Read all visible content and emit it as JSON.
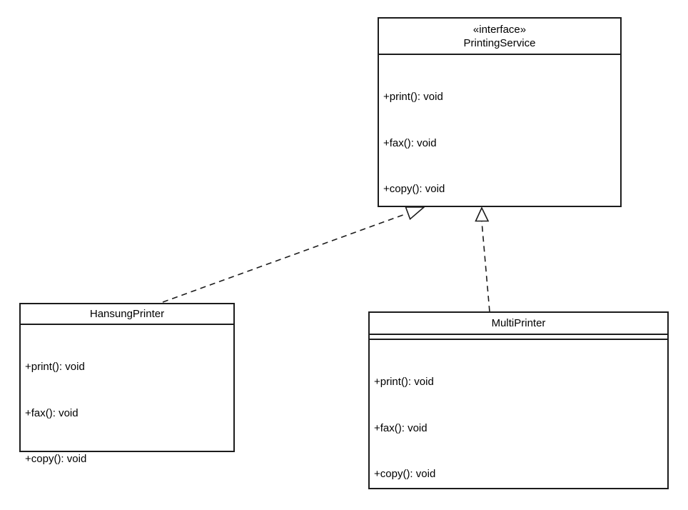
{
  "diagram": {
    "kind": "uml-class-diagram",
    "colors": {
      "background": "#ffffff",
      "line": "#1c1c1c",
      "box_fill": "#ffffff",
      "text": "#000000"
    },
    "interface": {
      "stereotype": "«interface»",
      "name": "PrintingService",
      "methods": [
        "+print(): void",
        "+fax(): void",
        "+copy(): void"
      ]
    },
    "classes": [
      {
        "name": "HansungPrinter",
        "methods": [
          "+print(): void",
          "+fax(): void",
          "+copy(): void"
        ]
      },
      {
        "name": "MultiPrinter",
        "methods": [
          "+print(): void",
          "+fax(): void",
          "+copy(): void"
        ]
      }
    ],
    "relationships": [
      {
        "type": "realization",
        "from": "HansungPrinter",
        "to": "PrintingService",
        "line_style": "dashed",
        "arrowhead": "hollow-triangle"
      },
      {
        "type": "realization",
        "from": "MultiPrinter",
        "to": "PrintingService",
        "line_style": "dashed",
        "arrowhead": "hollow-triangle"
      }
    ]
  }
}
